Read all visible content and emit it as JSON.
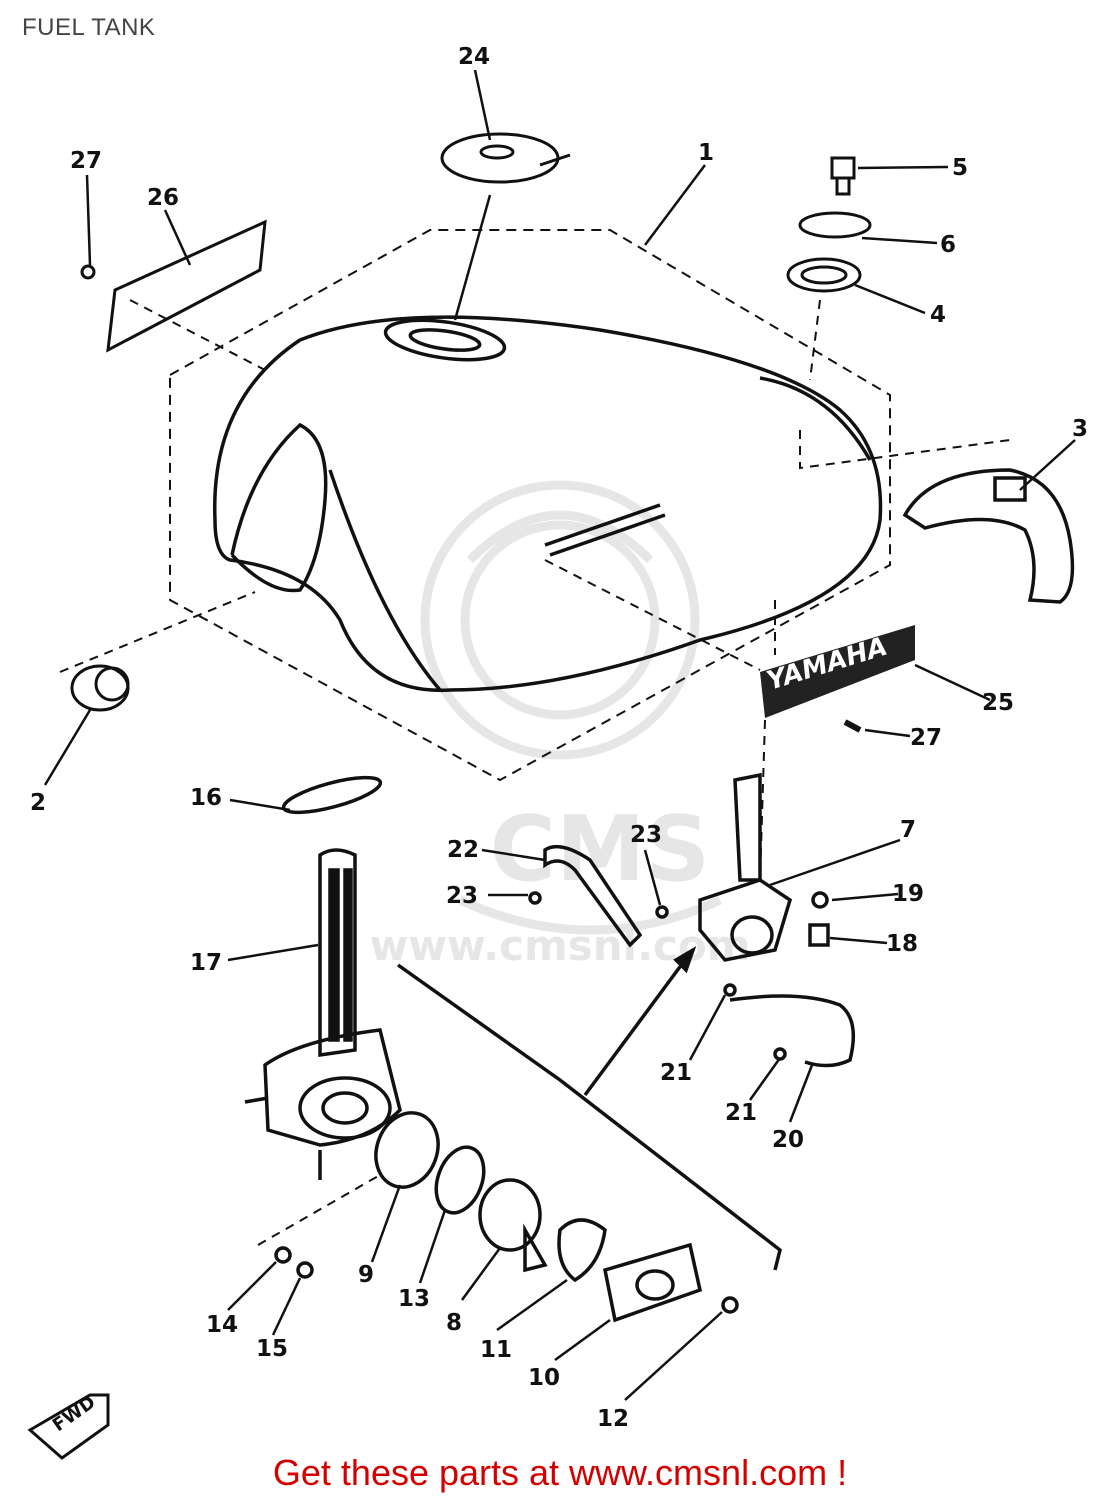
{
  "title": "FUEL TANK",
  "footer": "Get these parts at www.cmsnl.com !",
  "watermark": {
    "logo_text": "CMS",
    "url": "www.cmsnl.com"
  },
  "tank_emblem": "YAMAHA",
  "direction_marker": "FWD",
  "callouts": [
    "24",
    "27",
    "26",
    "1",
    "5",
    "6",
    "4",
    "3",
    "2",
    "25",
    "27",
    "16",
    "7",
    "23",
    "22",
    "23",
    "19",
    "18",
    "17",
    "21",
    "21",
    "20",
    "9",
    "13",
    "8",
    "11",
    "10",
    "14",
    "15",
    "12"
  ],
  "colors": {
    "line": "#111111",
    "footer_text": "#d40000",
    "title_text": "#444444",
    "watermark": "#e6e6e6"
  }
}
